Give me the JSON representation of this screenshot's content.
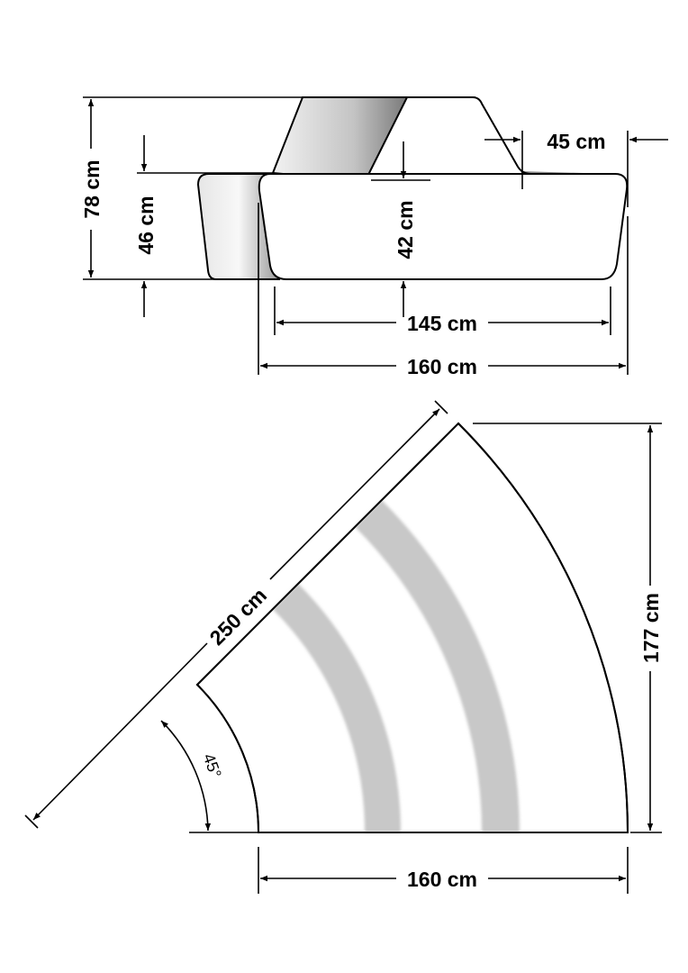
{
  "side_view": {
    "height_total": "78 cm",
    "seat_height": "46 cm",
    "seat_thickness": "42 cm",
    "back_depth": "45 cm",
    "inner_width": "145 cm",
    "outer_width": "160 cm"
  },
  "top_view": {
    "diagonal_length": "250 cm",
    "depth": "177 cm",
    "width": "160 cm",
    "angle": "45°"
  },
  "colors": {
    "stroke": "#000000",
    "shade": "#c8c8c8"
  }
}
